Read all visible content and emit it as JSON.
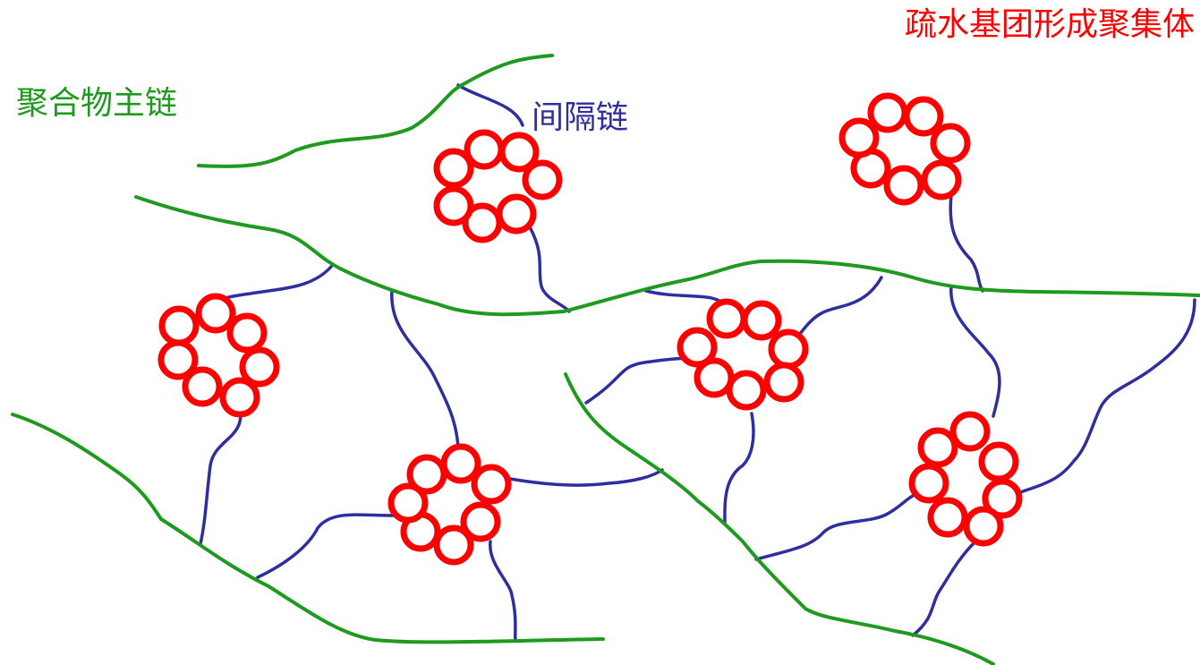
{
  "labels": {
    "backbone": "聚合物主链",
    "spacer": "间隔链",
    "aggregate": "疏水基团形成聚集体"
  },
  "colors": {
    "backbone": "#1e9a1e",
    "spacer": "#2e2e9e",
    "aggregate": "#ff0000"
  }
}
